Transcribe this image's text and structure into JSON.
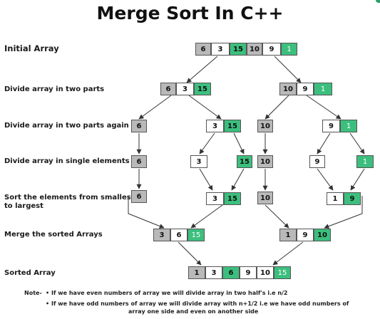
{
  "title": "Merge Sort In C++",
  "steps": [
    "Initial Array",
    "Divide array in two parts",
    "Divide array in two parts again",
    "Divide array in single elements",
    "Sort the elements from smallest",
    "to largest",
    "Merge the sorted Arrays",
    "Sorted Array"
  ],
  "notes": {
    "prefix": "Note-",
    "line1": "If we have even numbers of array we will divide array in two half's i.e n/2",
    "line2a": "If we have odd numbers of array we will divide array with n+1/2 i.e we have odd numbers of",
    "line2b": "array one side and even on another side"
  },
  "colors": {
    "gray": "#b9b9b9",
    "green": "#3cbf7e",
    "white": "#ffffff"
  },
  "rows": {
    "r0": {
      "cells": [
        {
          "v": "6",
          "c": "gray"
        },
        {
          "v": "3",
          "c": "white"
        },
        {
          "v": "15",
          "c": "green"
        },
        {
          "v": "10",
          "c": "gray"
        },
        {
          "v": "9",
          "c": "white"
        },
        {
          "v": "1",
          "c": "green-light"
        }
      ]
    },
    "r1l": {
      "cells": [
        {
          "v": "6",
          "c": "gray"
        },
        {
          "v": "3",
          "c": "white"
        },
        {
          "v": "15",
          "c": "green"
        }
      ]
    },
    "r1r": {
      "cells": [
        {
          "v": "10",
          "c": "gray"
        },
        {
          "v": "9",
          "c": "white"
        },
        {
          "v": "1",
          "c": "green-light"
        }
      ]
    },
    "r2a": {
      "cells": [
        {
          "v": "6",
          "c": "gray"
        }
      ]
    },
    "r2b": {
      "cells": [
        {
          "v": "3",
          "c": "white"
        },
        {
          "v": "15",
          "c": "green"
        }
      ]
    },
    "r2c": {
      "cells": [
        {
          "v": "10",
          "c": "gray"
        }
      ]
    },
    "r2d": {
      "cells": [
        {
          "v": "9",
          "c": "white"
        },
        {
          "v": "1",
          "c": "green-light"
        }
      ]
    },
    "r3a": {
      "cells": [
        {
          "v": "6",
          "c": "gray"
        }
      ]
    },
    "r3b": {
      "cells": [
        {
          "v": "3",
          "c": "white"
        }
      ]
    },
    "r3c": {
      "cells": [
        {
          "v": "15",
          "c": "green"
        }
      ]
    },
    "r3d": {
      "cells": [
        {
          "v": "10",
          "c": "gray"
        }
      ]
    },
    "r3e": {
      "cells": [
        {
          "v": "9",
          "c": "white"
        }
      ]
    },
    "r3f": {
      "cells": [
        {
          "v": "1",
          "c": "green-light"
        }
      ]
    },
    "r4a": {
      "cells": [
        {
          "v": "6",
          "c": "gray"
        }
      ]
    },
    "r4b": {
      "cells": [
        {
          "v": "3",
          "c": "white"
        },
        {
          "v": "15",
          "c": "green"
        }
      ]
    },
    "r4c": {
      "cells": [
        {
          "v": "10",
          "c": "gray"
        }
      ]
    },
    "r4d": {
      "cells": [
        {
          "v": "1",
          "c": "white"
        },
        {
          "v": "9",
          "c": "green"
        }
      ]
    },
    "r5l": {
      "cells": [
        {
          "v": "3",
          "c": "gray"
        },
        {
          "v": "6",
          "c": "white"
        },
        {
          "v": "15",
          "c": "green-light"
        }
      ]
    },
    "r5r": {
      "cells": [
        {
          "v": "1",
          "c": "gray"
        },
        {
          "v": "9",
          "c": "white"
        },
        {
          "v": "10",
          "c": "green"
        }
      ]
    },
    "r6": {
      "cells": [
        {
          "v": "1",
          "c": "gray"
        },
        {
          "v": "3",
          "c": "white"
        },
        {
          "v": "6",
          "c": "green"
        },
        {
          "v": "9",
          "c": "white"
        },
        {
          "v": "10",
          "c": "white"
        },
        {
          "v": "15",
          "c": "green-light"
        }
      ]
    }
  }
}
